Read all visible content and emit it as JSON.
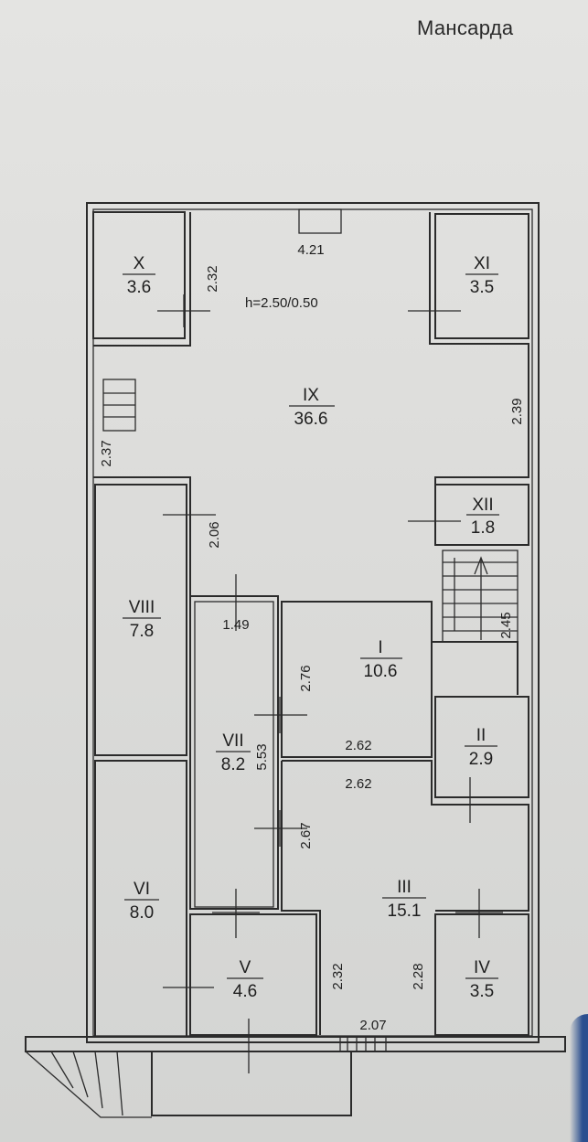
{
  "title": "Мансарда",
  "height_note": "h=2.50/0.50",
  "rooms": [
    {
      "id": "I",
      "area": "10.6"
    },
    {
      "id": "II",
      "area": "2.9"
    },
    {
      "id": "III",
      "area": "15.1"
    },
    {
      "id": "IV",
      "area": "3.5"
    },
    {
      "id": "V",
      "area": "4.6"
    },
    {
      "id": "VI",
      "area": "8.0"
    },
    {
      "id": "VII",
      "area": "8.2"
    },
    {
      "id": "VIII",
      "area": "7.8"
    },
    {
      "id": "IX",
      "area": "36.6"
    },
    {
      "id": "X",
      "area": "3.6"
    },
    {
      "id": "XI",
      "area": "3.5"
    },
    {
      "id": "XII",
      "area": "1.8"
    }
  ],
  "dimensions": [
    "4.21",
    "2.32",
    "2.39",
    "2.37",
    "2.06",
    "1.49",
    "2.76",
    "2.45",
    "5.53",
    "2.62",
    "2.62",
    "2.67",
    "2.32",
    "2.28",
    "2.07"
  ],
  "colors": {
    "paper": "#dcdcda",
    "ink": "#2b2b2b"
  }
}
